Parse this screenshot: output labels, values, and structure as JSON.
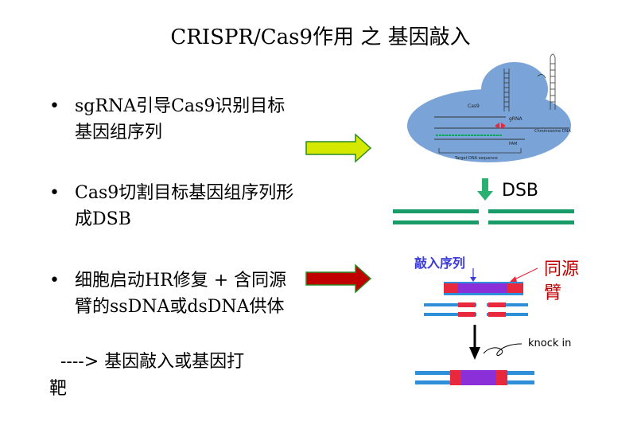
{
  "title": "CRISPR/Cas9作用 之 基因敲入",
  "bullets": [
    {
      "symbol": "•",
      "text": "sgRNA引导Cas9识别目标基因组序列"
    },
    {
      "symbol": "•",
      "text": "Cas9切割目标基因组序列形成DSB"
    },
    {
      "symbol": "•",
      "text": "细胞启动HR修复 + 含同源臂的ssDNA或dsDNA供体"
    }
  ],
  "footer": {
    "line1": "----> 基因敲入或基因打",
    "line2": "靶"
  },
  "diagram": {
    "cas9_label": "Cas9",
    "grna_label": "gRNA",
    "chromosome_label": "Chromosome DNA",
    "target_label": "Target DNA sequence",
    "pam_label": "PAM",
    "dsb_label": "DSB",
    "insert_label": "敲入序列",
    "homology_label": "同源臂",
    "knockin_label": "knock in"
  },
  "colors": {
    "arrow_yellow": "#d4e800",
    "arrow_red": "#c00000",
    "arrow_green": "#2ab070",
    "dna_green": "#1a9c6a",
    "cas9_blue": "#7aa4d8",
    "strand_blue": "#2f8fd8",
    "homology_red": "#e8283c",
    "insert_purple": "#8b2fd8"
  }
}
